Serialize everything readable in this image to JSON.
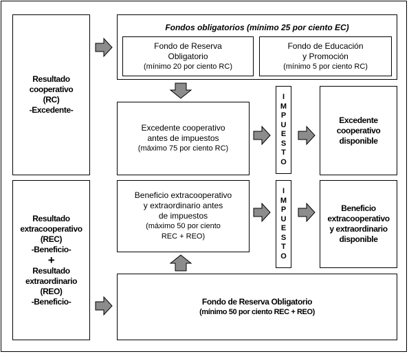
{
  "colors": {
    "arrow_fill": "#8c8c8c",
    "border": "#000000",
    "background": "#ffffff"
  },
  "left_top": {
    "lines": [
      "Resultado",
      "cooperativo",
      "(RC)",
      "-Excedente-"
    ]
  },
  "left_bottom": {
    "lines_a": [
      "Resultado",
      "extracooperativo",
      "(REC)",
      "-Beneficio-"
    ],
    "plus": "+",
    "lines_b": [
      "Resultado",
      "extraordinario",
      "(REO)",
      "-Beneficio-"
    ]
  },
  "fondos": {
    "title": "Fondos obligatorios",
    "title_note": "(mínimo 25 por ciento EC)",
    "reserva": {
      "lines": [
        "Fondo de Reserva",
        "Obligatorio"
      ],
      "note": "(mínimo 20 por ciento RC)"
    },
    "educacion": {
      "lines": [
        "Fondo de Educación",
        "y Promoción"
      ],
      "note": "(mínimo 5 por ciento RC)"
    }
  },
  "excedente_antes": {
    "lines": [
      "Excedente cooperativo",
      "antes de impuestos"
    ],
    "note": "(máximo 75 por ciento RC)"
  },
  "beneficio_antes": {
    "lines": [
      "Beneficio extracooperativo",
      "y extraordinario antes",
      "de impuestos"
    ],
    "notes": [
      "(máximo 50 por ciento",
      "REC + REO)"
    ]
  },
  "impuesto_top": {
    "letters": [
      "I",
      "M",
      "P",
      "U",
      "E",
      "S",
      "T",
      "O"
    ]
  },
  "impuesto_bottom": {
    "letters": [
      "I",
      "M",
      "P",
      "U",
      "E",
      "S",
      "T",
      "O"
    ]
  },
  "excedente_disp": {
    "lines": [
      "Excedente",
      "cooperativo",
      "disponible"
    ]
  },
  "beneficio_disp": {
    "lines": [
      "Beneficio",
      "extracooperativo",
      "y extraordinario",
      "disponible"
    ]
  },
  "fondo_bottom": {
    "title": "Fondo de Reserva Obligatorio",
    "note": "(mínimo 50 por ciento REC + REO)"
  }
}
